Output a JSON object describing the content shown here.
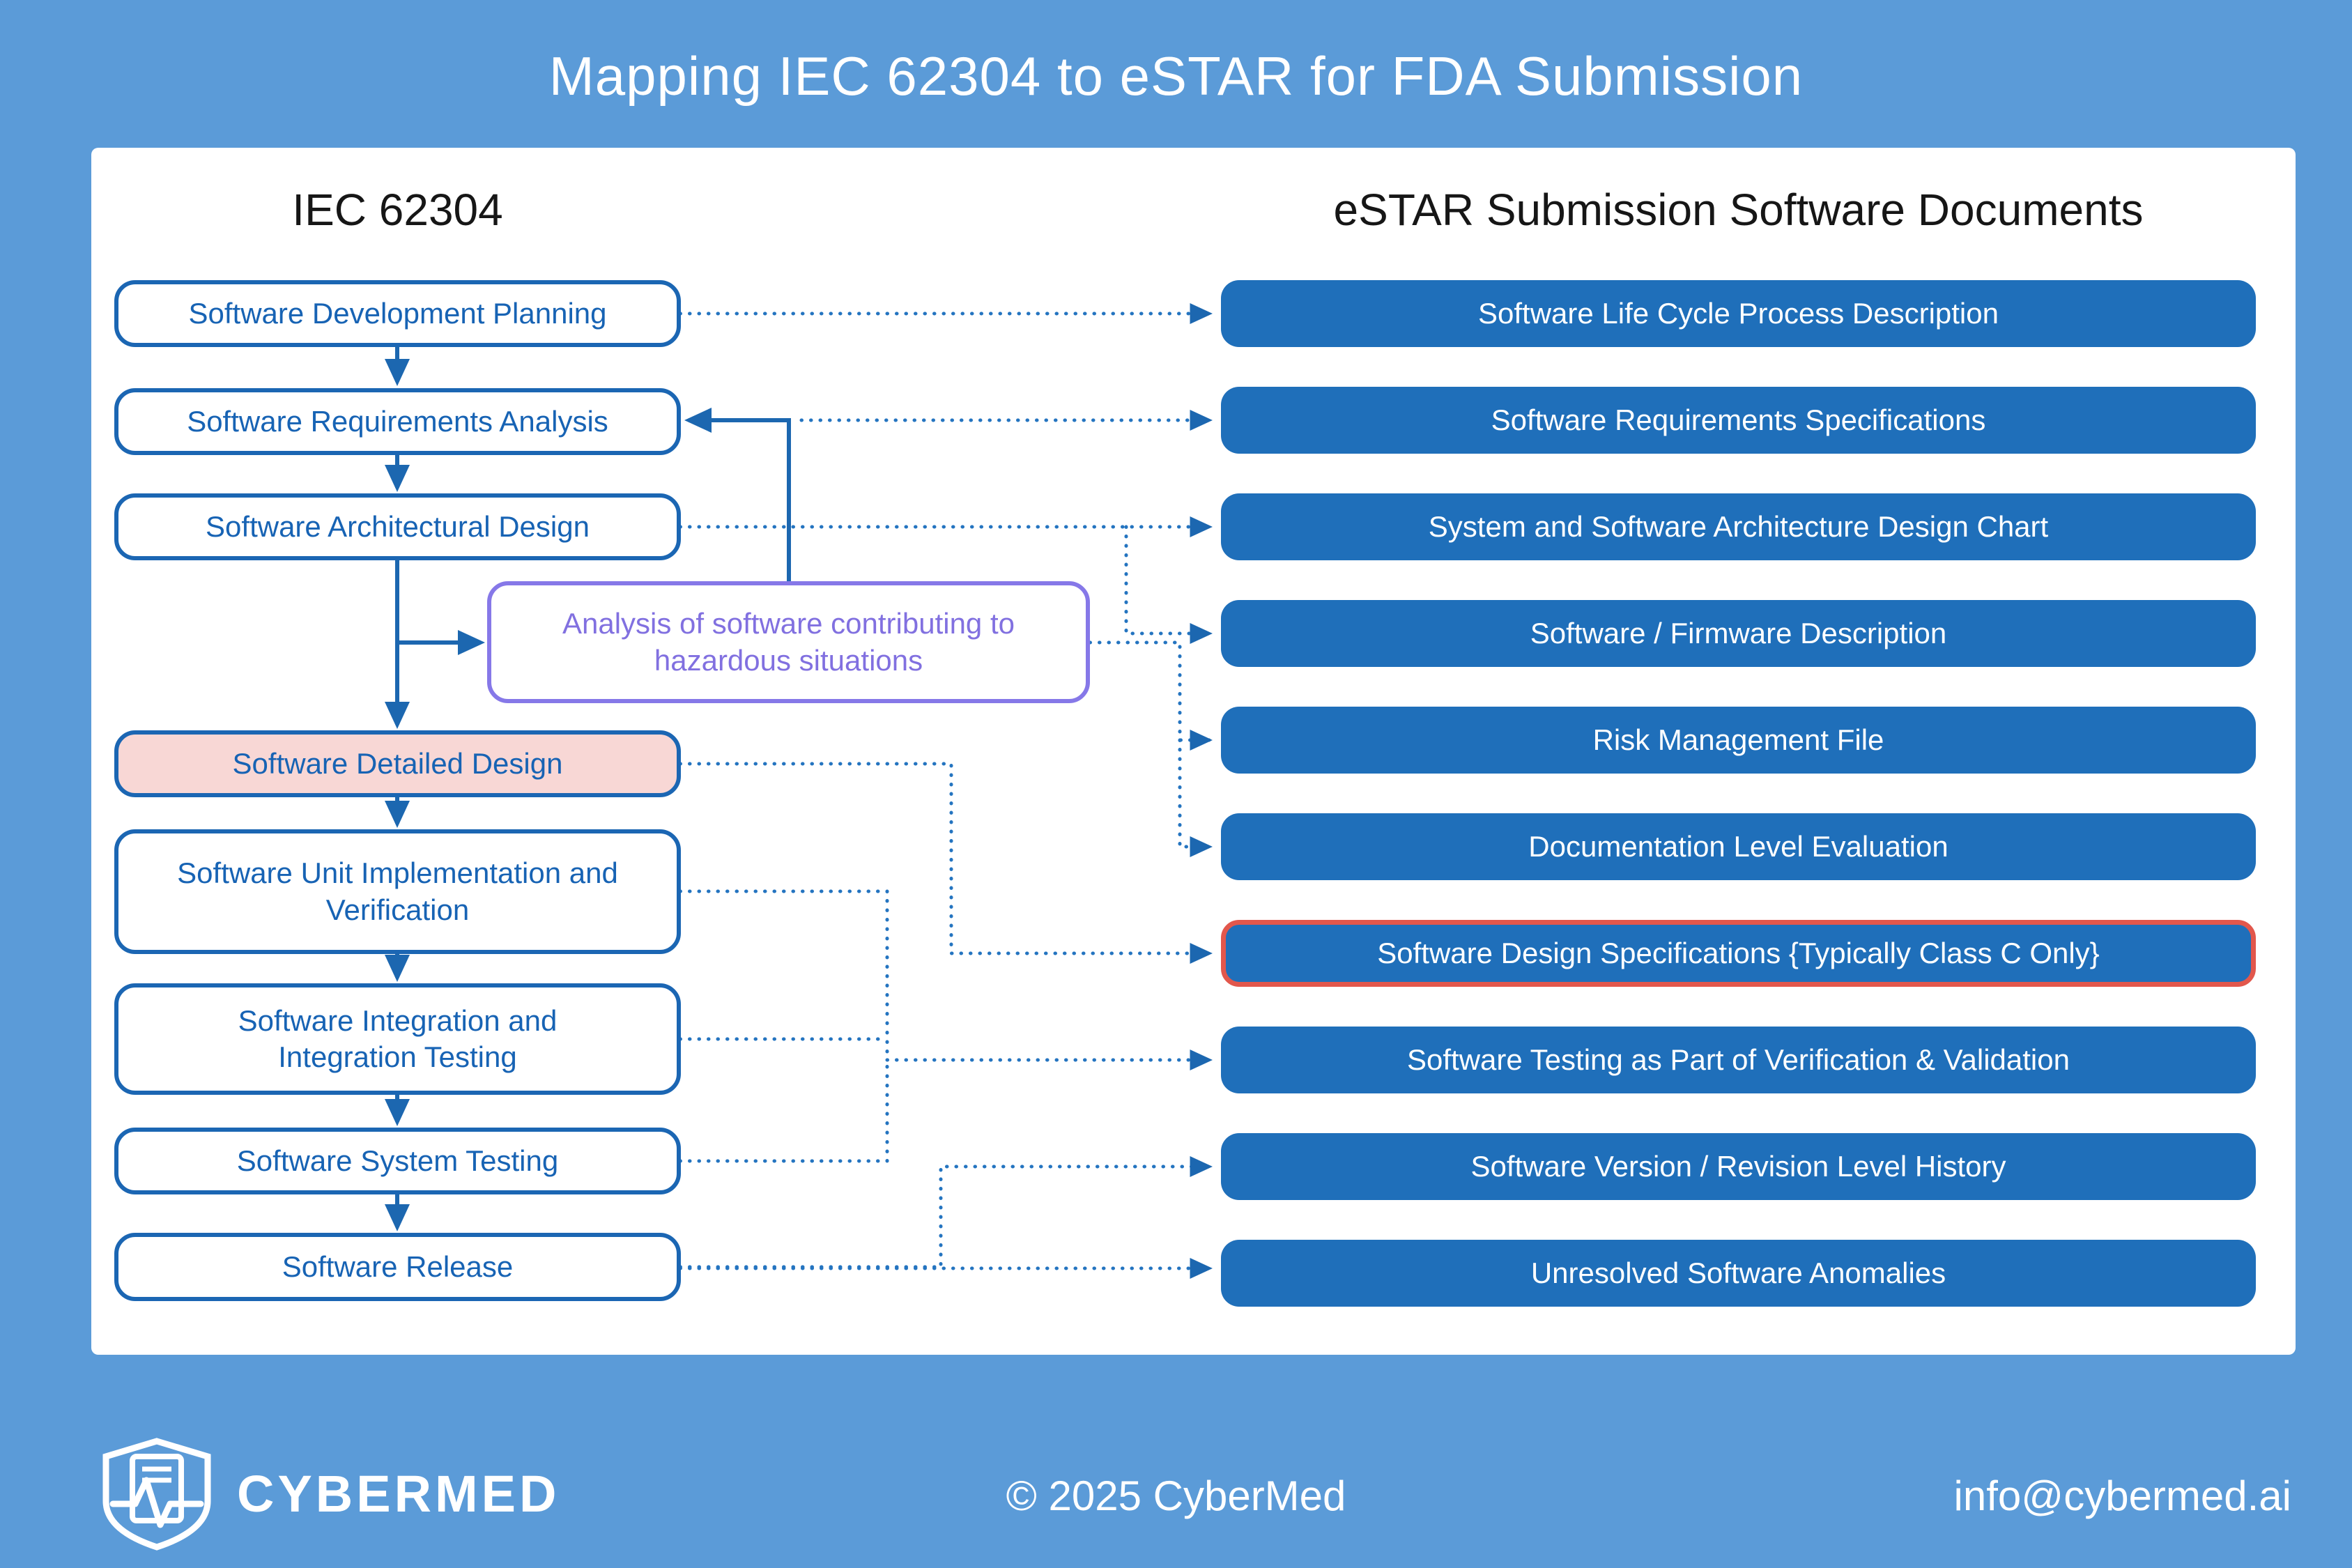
{
  "title": "Mapping IEC 62304 to eSTAR for FDA Submission",
  "columns": {
    "left_header": "IEC 62304",
    "right_header": "eSTAR Submission Software Documents"
  },
  "iec_boxes": [
    {
      "label": "Software Development Planning",
      "style": "outline-blue"
    },
    {
      "label": "Software Requirements Analysis",
      "style": "outline-blue"
    },
    {
      "label": "Software Architectural Design",
      "style": "outline-blue"
    },
    {
      "label": "Analysis of software contributing to hazardous situations",
      "style": "outline-purple"
    },
    {
      "label": "Software Detailed Design",
      "style": "highlight-pink"
    },
    {
      "label": "Software Unit Implementation and Verification",
      "style": "outline-blue"
    },
    {
      "label": "Software Integration and Integration Testing",
      "style": "outline-blue"
    },
    {
      "label": "Software System Testing",
      "style": "outline-blue"
    },
    {
      "label": "Software Release",
      "style": "outline-blue"
    }
  ],
  "estar_boxes": [
    {
      "label": "Software Life Cycle Process Description",
      "style": "filled-blue"
    },
    {
      "label": "Software Requirements Specifications",
      "style": "filled-blue"
    },
    {
      "label": "System and Software Architecture Design Chart",
      "style": "filled-blue"
    },
    {
      "label": "Software / Firmware Description",
      "style": "filled-blue"
    },
    {
      "label": "Risk Management File",
      "style": "filled-blue"
    },
    {
      "label": "Documentation Level Evaluation",
      "style": "filled-blue"
    },
    {
      "label": "Software Design Specifications {Typically Class C Only}",
      "style": "filled-blue-red-border"
    },
    {
      "label": "Software Testing as Part of Verification & Validation",
      "style": "filled-blue"
    },
    {
      "label": "Software Version / Revision Level History",
      "style": "filled-blue"
    },
    {
      "label": "Unresolved Software Anomalies",
      "style": "filled-blue"
    }
  ],
  "connections": {
    "solid_flow": [
      [
        "Software Development Planning",
        "Software Requirements Analysis"
      ],
      [
        "Software Requirements Analysis",
        "Software Architectural Design"
      ],
      [
        "Software Architectural Design",
        "Analysis of software contributing to hazardous situations"
      ],
      [
        "Software Architectural Design",
        "Software Detailed Design"
      ],
      [
        "Analysis of software contributing to hazardous situations",
        "Software Requirements Analysis"
      ],
      [
        "Software Detailed Design",
        "Software Unit Implementation and Verification"
      ],
      [
        "Software Unit Implementation and Verification",
        "Software Integration and Integration Testing"
      ],
      [
        "Software Integration and Integration Testing",
        "Software System Testing"
      ],
      [
        "Software System Testing",
        "Software Release"
      ]
    ],
    "dotted_mappings": [
      [
        "Software Development Planning",
        "Software Life Cycle Process Description"
      ],
      [
        "Software Requirements Analysis",
        "Software Requirements Specifications"
      ],
      [
        "Software Architectural Design",
        "System and Software Architecture Design Chart"
      ],
      [
        "Software Architectural Design",
        "Software / Firmware Description"
      ],
      [
        "Analysis of software contributing to hazardous situations",
        "Risk Management File"
      ],
      [
        "Analysis of software contributing to hazardous situations",
        "Documentation Level Evaluation"
      ],
      [
        "Software Detailed Design",
        "Software Design Specifications {Typically Class C Only}"
      ],
      [
        "Software Unit Implementation and Verification",
        "Software Testing as Part of Verification & Validation"
      ],
      [
        "Software Integration and Integration Testing",
        "Software Testing as Part of Verification & Validation"
      ],
      [
        "Software System Testing",
        "Software Testing as Part of Verification & Validation"
      ],
      [
        "Software Release",
        "Software Version / Revision Level History"
      ],
      [
        "Software Release",
        "Unresolved Software Anomalies"
      ]
    ]
  },
  "footer": {
    "brand": "CYBERMED",
    "copyright": "© 2025 CyberMed",
    "email": "info@cybermed.ai"
  },
  "colors": {
    "background": "#5b9bd8",
    "card": "#ffffff",
    "box_fill_blue": "#1f6fba",
    "box_outline_blue": "#1b66b3",
    "hazard_purple": "#8678e8",
    "highlight_pink": "#f8d7d5",
    "highlight_red": "#e2574c",
    "connector_blue": "#1c67b0"
  }
}
